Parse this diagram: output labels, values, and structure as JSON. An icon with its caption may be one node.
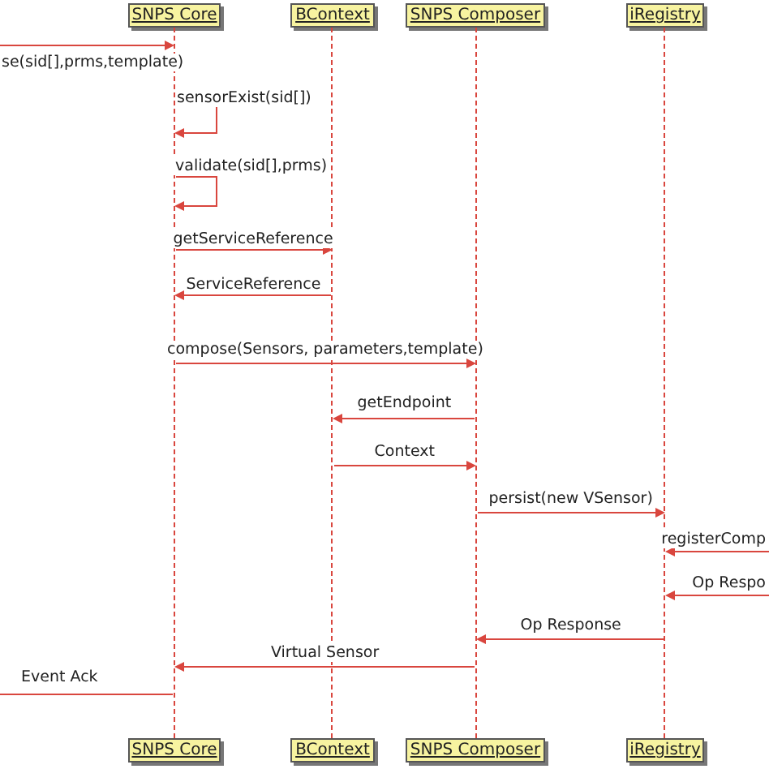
{
  "diagram": {
    "nodes": [
      {
        "text": [
          "SNPS Core"
        ]
      },
      {
        "text": [
          "BContext"
        ]
      },
      {
        "text": [
          "SNPS Composer"
        ]
      },
      {
        "text": [
          "iRegistry"
        ]
      },
      {
        "text": [
          "SNPS Core"
        ]
      },
      {
        "text": [
          "BContext"
        ]
      },
      {
        "text": [
          "SNPS Composer"
        ]
      },
      {
        "text": [
          "iRegistry"
        ]
      },
      {
        "text": [],
        "shape": "line"
      },
      {
        "text": [],
        "shape": "line"
      },
      {
        "text": [],
        "shape": "line"
      },
      {
        "text": [],
        "shape": "line"
      }
    ],
    "edges": [
      {
        "from": null,
        "to": 8,
        "arrow": "to",
        "label": "se(sid[],prms,template)"
      },
      {
        "from": 8,
        "to": 8,
        "arrow": "to",
        "label": "sensorExist(sid[])"
      },
      {
        "from": 8,
        "to": 8,
        "arrow": "to",
        "label": "validate(sid[],prms)"
      },
      {
        "from": 8,
        "to": 9,
        "arrow": "to",
        "label": "getServiceReference"
      },
      {
        "from": 9,
        "to": 8,
        "arrow": "to",
        "label": "ServiceReference"
      },
      {
        "from": 8,
        "to": 10,
        "arrow": "to",
        "label": "compose(Sensors, parameters,template)"
      },
      {
        "from": 10,
        "to": 9,
        "arrow": "to",
        "label": "getEndpoint"
      },
      {
        "from": 9,
        "to": 10,
        "arrow": "to",
        "label": "Context"
      },
      {
        "from": 10,
        "to": 11,
        "arrow": "to",
        "label": "persist(new VSensor)"
      },
      {
        "from": null,
        "to": 11,
        "arrow": "to",
        "label": "registerComp"
      },
      {
        "from": null,
        "to": 11,
        "arrow": "to",
        "label": "Op Respo"
      },
      {
        "from": 11,
        "to": 10,
        "arrow": "to",
        "label": "Op Response"
      },
      {
        "from": 10,
        "to": 8,
        "arrow": "to",
        "label": "Virtual Sensor"
      },
      {
        "from": 8,
        "to": null,
        "arrow": "none",
        "label": "Event Ack"
      }
    ]
  }
}
